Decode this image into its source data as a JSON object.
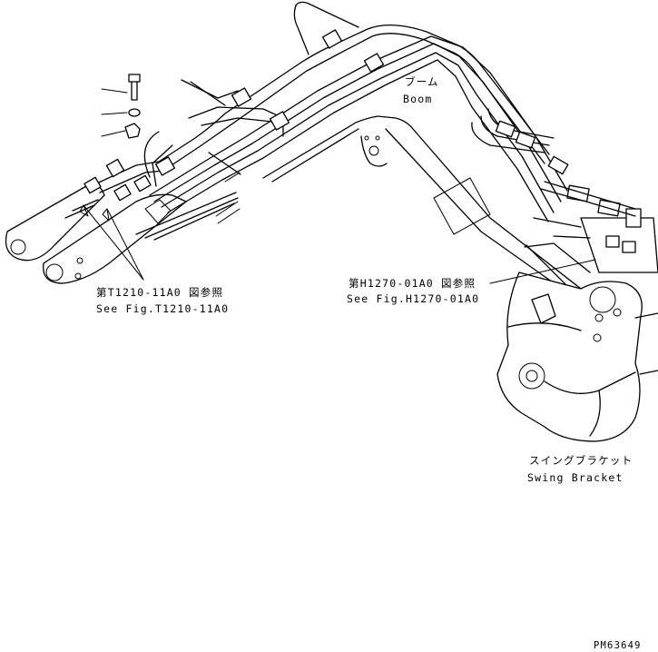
{
  "labels": {
    "boom_jp": "ブーム",
    "boom_en": "Boom",
    "ref_t_jp": "第T1210-11A0 図参照",
    "ref_t_en": "See Fig.T1210-11A0",
    "ref_h_jp": "第H1270-01A0 図参照",
    "ref_h_en": "See Fig.H1270-01A0",
    "swing_jp": "スイングブラケット",
    "swing_en": "Swing Bracket",
    "drawing_no": "PM63649"
  }
}
